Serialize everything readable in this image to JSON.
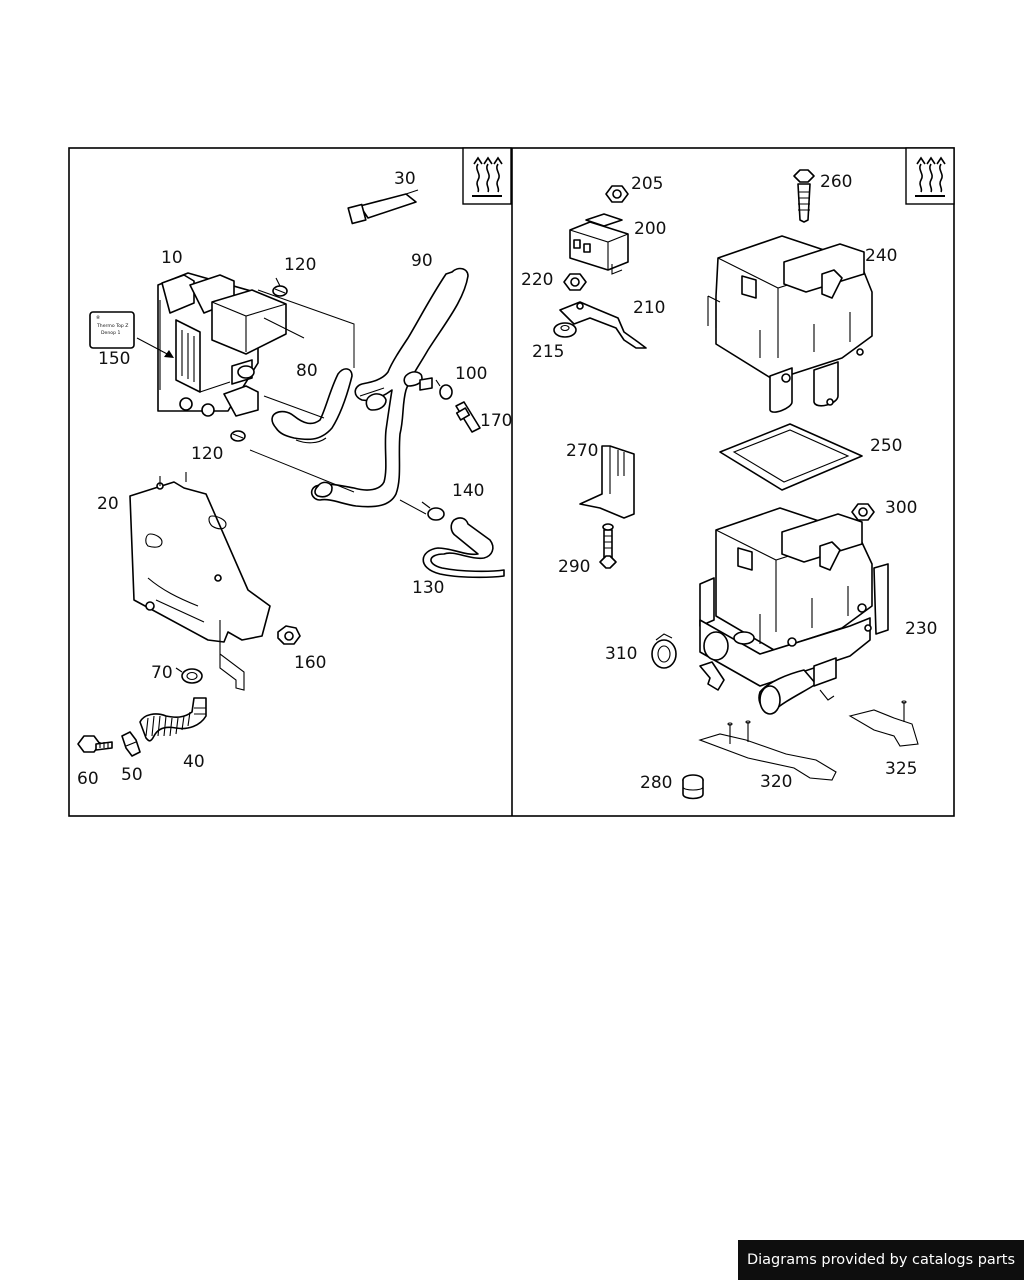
{
  "diagram": {
    "left_panel": {
      "symbol_icon": "heat-waves-icon",
      "label_tag_text": [
        "Thermo Top Z",
        "Denop 1"
      ],
      "callouts": [
        {
          "id": "c10",
          "text": "10"
        },
        {
          "id": "c20",
          "text": "20"
        },
        {
          "id": "c30",
          "text": "30"
        },
        {
          "id": "c40",
          "text": "40"
        },
        {
          "id": "c50",
          "text": "50"
        },
        {
          "id": "c60",
          "text": "60"
        },
        {
          "id": "c70",
          "text": "70"
        },
        {
          "id": "c80",
          "text": "80"
        },
        {
          "id": "c90",
          "text": "90"
        },
        {
          "id": "c100",
          "text": "100"
        },
        {
          "id": "c120a",
          "text": "120"
        },
        {
          "id": "c120b",
          "text": "120"
        },
        {
          "id": "c130",
          "text": "130"
        },
        {
          "id": "c140",
          "text": "140"
        },
        {
          "id": "c150",
          "text": "150"
        },
        {
          "id": "c160",
          "text": "160"
        },
        {
          "id": "c170",
          "text": "170"
        }
      ]
    },
    "right_panel": {
      "symbol_icon": "heat-waves-icon",
      "callouts": [
        {
          "id": "c200",
          "text": "200"
        },
        {
          "id": "c205",
          "text": "205"
        },
        {
          "id": "c210",
          "text": "210"
        },
        {
          "id": "c215",
          "text": "215"
        },
        {
          "id": "c220",
          "text": "220"
        },
        {
          "id": "c230",
          "text": "230"
        },
        {
          "id": "c240",
          "text": "240"
        },
        {
          "id": "c250",
          "text": "250"
        },
        {
          "id": "c260",
          "text": "260"
        },
        {
          "id": "c270",
          "text": "270"
        },
        {
          "id": "c280",
          "text": "280"
        },
        {
          "id": "c290",
          "text": "290"
        },
        {
          "id": "c300",
          "text": "300"
        },
        {
          "id": "c310",
          "text": "310"
        },
        {
          "id": "c320",
          "text": "320"
        },
        {
          "id": "c325",
          "text": "325"
        }
      ]
    }
  },
  "footer": {
    "text": "Diagrams provided by catalogs parts"
  }
}
